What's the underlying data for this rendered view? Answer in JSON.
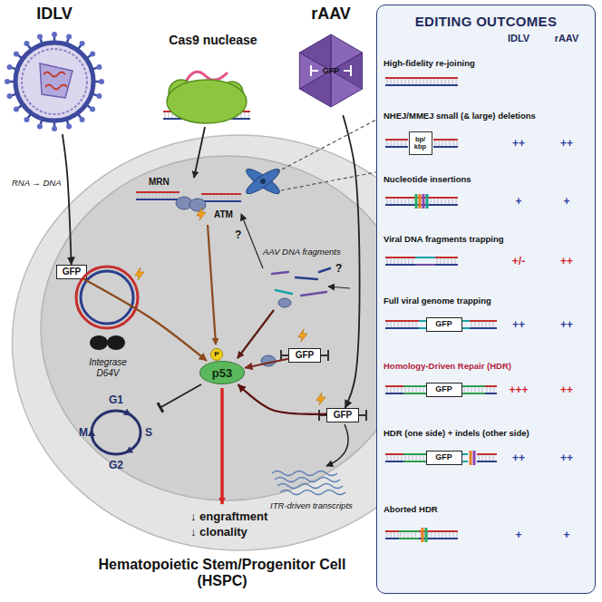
{
  "diagram": {
    "nodes": [
      {
        "text": [
          "IDLV"
        ]
      },
      {
        "text": [
          "Cas9 nuclease"
        ]
      },
      {
        "text": [
          "rAAV"
        ]
      },
      {
        "text": [
          "GFP"
        ],
        "in": 2
      },
      {
        "text": [
          "Hematopoietic Stem/Progenitor Cell (HSPC)"
        ]
      },
      {
        "text": [
          "GFP"
        ],
        "in": 4
      },
      {
        "text": [
          "GFP"
        ],
        "in": 4
      },
      {
        "text": [
          "GFP"
        ],
        "in": 4
      },
      {
        "text": [
          "P"
        ],
        "in": 4
      },
      {
        "text": [
          "p53"
        ],
        "in": 4
      },
      {
        "text": [
          "G1",
          "M",
          "S",
          "G2"
        ],
        "in": 4
      },
      {
        "text": [
          "EDITING OUTCOMES"
        ]
      },
      {
        "text": [
          "bp/ kbp"
        ],
        "in": 11
      },
      {
        "text": [
          "GFP"
        ],
        "in": 11
      },
      {
        "text": [
          "GFP"
        ],
        "in": 11
      },
      {
        "text": [
          "GFP"
        ],
        "in": 11
      }
    ],
    "edges": [
      {
        "from": 0,
        "to": 5,
        "arrow": "to",
        "label": "RNA → DNA"
      },
      {
        "from": 2,
        "to": 7,
        "arrow": "to"
      },
      {
        "from": 5,
        "to": 9,
        "arrow": "to"
      },
      {
        "from": 6,
        "to": 9,
        "arrow": "to"
      },
      {
        "from": 7,
        "to": 9,
        "arrow": "to"
      },
      {
        "from": 9,
        "to": 10,
        "arrow": "to"
      }
    ],
    "labels": [
      "MRN",
      "ATM",
      "AAV DNA fragments",
      "?",
      "?",
      "Integrase D64V",
      "ITR-driven transcripts",
      "↓ engraftment",
      "↓ clonality",
      "IDLV",
      "rAAV",
      "High-fidelity re-joining",
      "NHEJ/MMEJ small (& large) deletions",
      "++",
      "++",
      "Nucleotide insertions",
      "+",
      "+",
      "Viral DNA fragments trapping",
      "+/-",
      "++",
      "Full viral genome trapping",
      "++",
      "++",
      "Homology-Driven Repair (HDR)",
      "+++",
      "++",
      "HDR (one side) + indels (other side)",
      "++",
      "++",
      "Aborted HDR",
      "+",
      "+"
    ]
  }
}
